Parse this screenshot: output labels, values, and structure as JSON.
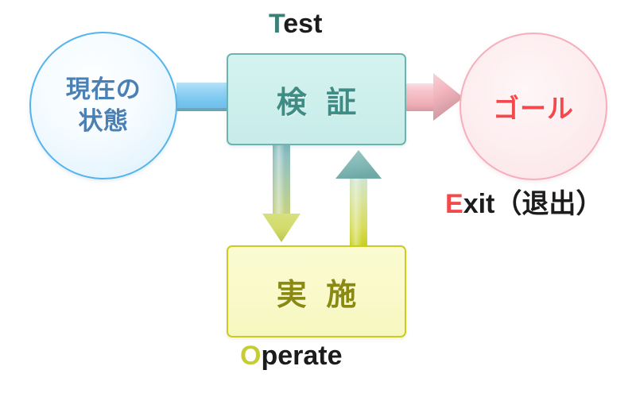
{
  "diagram": {
    "title_text_present": false,
    "background_color": "#ffffff",
    "nodes": {
      "start": {
        "shape": "circle",
        "label_line1": "現在の",
        "label_line2": "状態",
        "text_color": "#4a80b4",
        "border_color": "#55b4ec",
        "fill_color": "#e4f4fd"
      },
      "test": {
        "shape": "rounded-rect",
        "label": "検 証",
        "caption_accent": "T",
        "caption_rest": "est",
        "text_color": "#3f8c85",
        "border_color": "#6fb3ae",
        "fill_color": "#cdefec",
        "accent_color": "#3c7f78"
      },
      "operate": {
        "shape": "rounded-rect",
        "label": "実 施",
        "caption_accent": "O",
        "caption_rest": "perate",
        "text_color": "#8a8a12",
        "border_color": "#c9cc21",
        "fill_color": "#f9f9c9",
        "accent_color": "#c6cc34"
      },
      "goal": {
        "shape": "circle",
        "label": "ゴール",
        "caption_accent": "E",
        "caption_rest": "xit（退出）",
        "text_color": "#f5484a",
        "border_color": "#f7aebc",
        "fill_color": "#fdeef0",
        "accent_color": "#f5484a"
      }
    },
    "connectors": [
      {
        "name": "start-to-test",
        "from": "start",
        "to": "test",
        "style": "bar",
        "direction": "right",
        "color": "#7ec8f0"
      },
      {
        "name": "test-to-goal",
        "from": "test",
        "to": "goal",
        "style": "arrow",
        "direction": "right",
        "color": "#f3b3bb"
      },
      {
        "name": "test-to-operate",
        "from": "test",
        "to": "operate",
        "style": "arrow",
        "direction": "down",
        "color_start": "#7cb6b4",
        "color_end": "#d6dd66"
      },
      {
        "name": "operate-to-test",
        "from": "operate",
        "to": "test",
        "style": "arrow",
        "direction": "up",
        "color_start": "#7cb6b4",
        "color_end": "#d2d916"
      }
    ]
  }
}
